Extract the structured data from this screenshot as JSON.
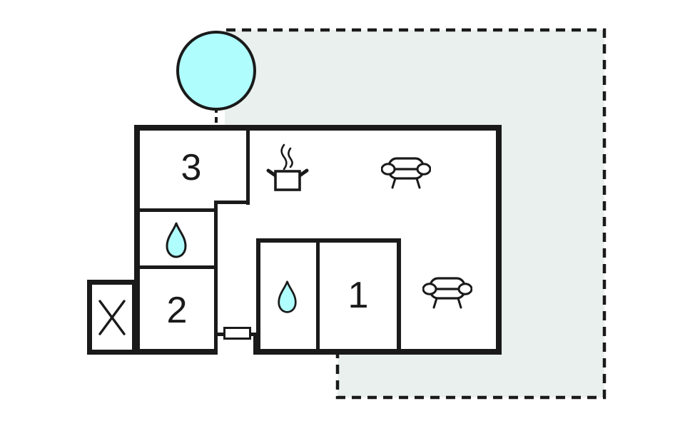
{
  "colors": {
    "wall": "#1a1a1a",
    "water": "#b0fdfd",
    "plot_fill": "#e9f0ee",
    "background": "#ffffff"
  },
  "rooms": {
    "bedroom3": {
      "label": "3"
    },
    "bedroom2": {
      "label": "2"
    },
    "bedroom1": {
      "label": "1"
    }
  },
  "icons": {
    "tree": "round-tree-or-pool",
    "bathroom_upper": "water-drop",
    "bathroom_inner": "water-drop",
    "kitchen": "steaming-pot",
    "sofa_top": "sofa",
    "sofa_bottom": "sofa",
    "annex": "cross-marked-area",
    "entrance": "door-symbol",
    "boundary": "dashed-plot-boundary"
  }
}
